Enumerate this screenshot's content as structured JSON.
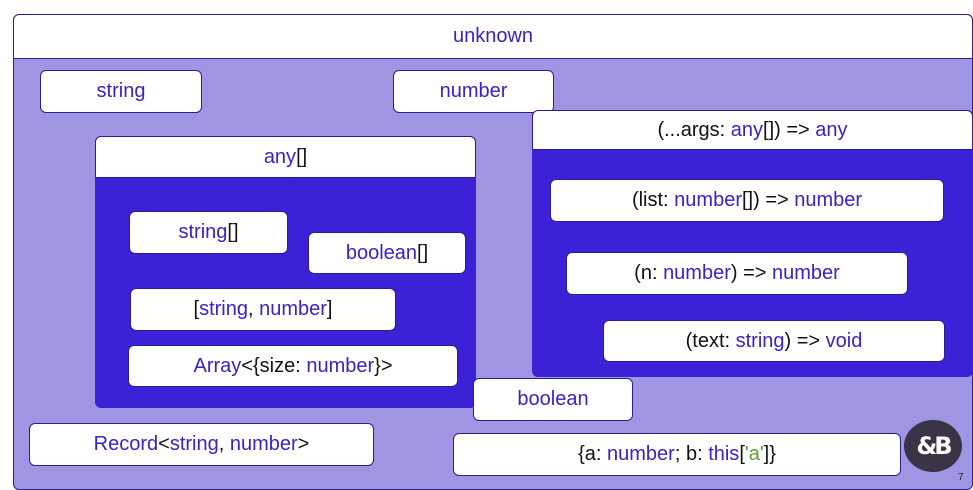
{
  "colors": {
    "outer_bg": "#9f95e2",
    "inner_bg": "#3b22d6",
    "box_border": "#2a1f8f",
    "keyword": "#3326c4",
    "string_literal": "#5aa02c",
    "logo_bg": "#3b3447"
  },
  "boxes": {
    "unknown": [
      {
        "t": "unknown",
        "c": "kw"
      }
    ],
    "string": [
      {
        "t": "string",
        "c": "kw"
      }
    ],
    "number": [
      {
        "t": "number",
        "c": "kw"
      }
    ],
    "any_array": [
      {
        "t": "any",
        "c": "kw"
      },
      {
        "t": "[]",
        "c": "plain"
      }
    ],
    "string_array": [
      {
        "t": "string",
        "c": "kw"
      },
      {
        "t": "[]",
        "c": "plain"
      }
    ],
    "boolean_array": [
      {
        "t": "boolean",
        "c": "kw"
      },
      {
        "t": "[]",
        "c": "plain"
      }
    ],
    "tuple": [
      {
        "t": "[",
        "c": "plain"
      },
      {
        "t": "string",
        "c": "kw"
      },
      {
        "t": ", ",
        "c": "plain"
      },
      {
        "t": "number",
        "c": "kw"
      },
      {
        "t": "]",
        "c": "plain"
      }
    ],
    "array_generic": [
      {
        "t": "Array",
        "c": "kw"
      },
      {
        "t": "<{size: ",
        "c": "plain"
      },
      {
        "t": "number",
        "c": "kw"
      },
      {
        "t": "}>",
        "c": "plain"
      }
    ],
    "fn_args_any": [
      {
        "t": "(...args: ",
        "c": "plain"
      },
      {
        "t": "any",
        "c": "kw"
      },
      {
        "t": "[]) => ",
        "c": "plain"
      },
      {
        "t": "any",
        "c": "kw"
      }
    ],
    "fn_list": [
      {
        "t": "(list: ",
        "c": "plain"
      },
      {
        "t": "number",
        "c": "kw"
      },
      {
        "t": "[]) => ",
        "c": "plain"
      },
      {
        "t": "number",
        "c": "kw"
      }
    ],
    "fn_n": [
      {
        "t": "(n: ",
        "c": "plain"
      },
      {
        "t": "number",
        "c": "kw"
      },
      {
        "t": ") => ",
        "c": "plain"
      },
      {
        "t": "number",
        "c": "kw"
      }
    ],
    "fn_text": [
      {
        "t": "(text: ",
        "c": "plain"
      },
      {
        "t": "string",
        "c": "kw"
      },
      {
        "t": ") => ",
        "c": "plain"
      },
      {
        "t": "void",
        "c": "kw"
      }
    ],
    "boolean": [
      {
        "t": "boolean",
        "c": "kw"
      }
    ],
    "record": [
      {
        "t": "Record",
        "c": "kw"
      },
      {
        "t": "<",
        "c": "plain"
      },
      {
        "t": "string",
        "c": "kw"
      },
      {
        "t": ", ",
        "c": "plain"
      },
      {
        "t": "number",
        "c": "kw"
      },
      {
        "t": ">",
        "c": "plain"
      }
    ],
    "object_this": [
      {
        "t": "{a: ",
        "c": "plain"
      },
      {
        "t": "number",
        "c": "kw"
      },
      {
        "t": "; b: ",
        "c": "plain"
      },
      {
        "t": "this",
        "c": "kw"
      },
      {
        "t": "[",
        "c": "plain"
      },
      {
        "t": "'a'",
        "c": "str"
      },
      {
        "t": "]}",
        "c": "plain"
      }
    ]
  },
  "logo": {
    "text": "&B"
  },
  "page_number": "7"
}
